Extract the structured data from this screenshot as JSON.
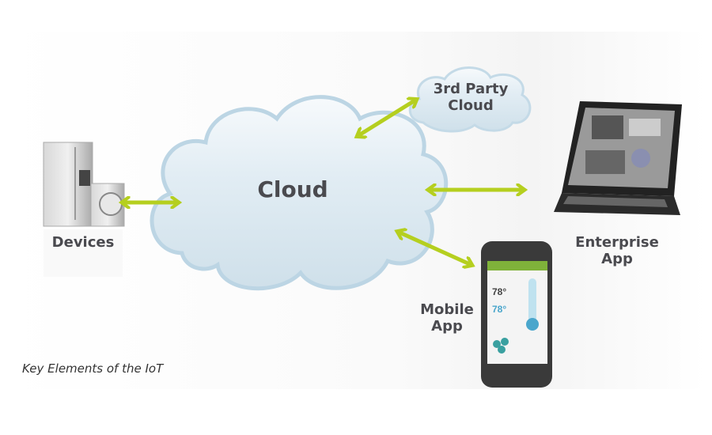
{
  "diagram": {
    "caption": "Key Elements of the IoT",
    "nodes": {
      "cloud": "Cloud",
      "third_party_cloud_line1": "3rd Party",
      "third_party_cloud_line2": "Cloud",
      "devices": "Devices",
      "enterprise_line1": "Enterprise",
      "enterprise_line2": "App",
      "mobile_line1": "Mobile",
      "mobile_line2": "App"
    },
    "phone_screen": {
      "temp_current": "78°",
      "temp_set": "78°"
    },
    "edges": [
      {
        "from": "Devices",
        "to": "Cloud",
        "direction": "bidirectional"
      },
      {
        "from": "Cloud",
        "to": "3rd Party Cloud",
        "direction": "bidirectional"
      },
      {
        "from": "Cloud",
        "to": "Enterprise App",
        "direction": "bidirectional"
      },
      {
        "from": "Cloud",
        "to": "Mobile App",
        "direction": "bidirectional"
      }
    ],
    "colors": {
      "arrow": "#b5cf1f",
      "cloud_fill": "#dbe8f0",
      "cloud_stroke": "#b8d2e2",
      "text": "#4a4a4f"
    }
  }
}
